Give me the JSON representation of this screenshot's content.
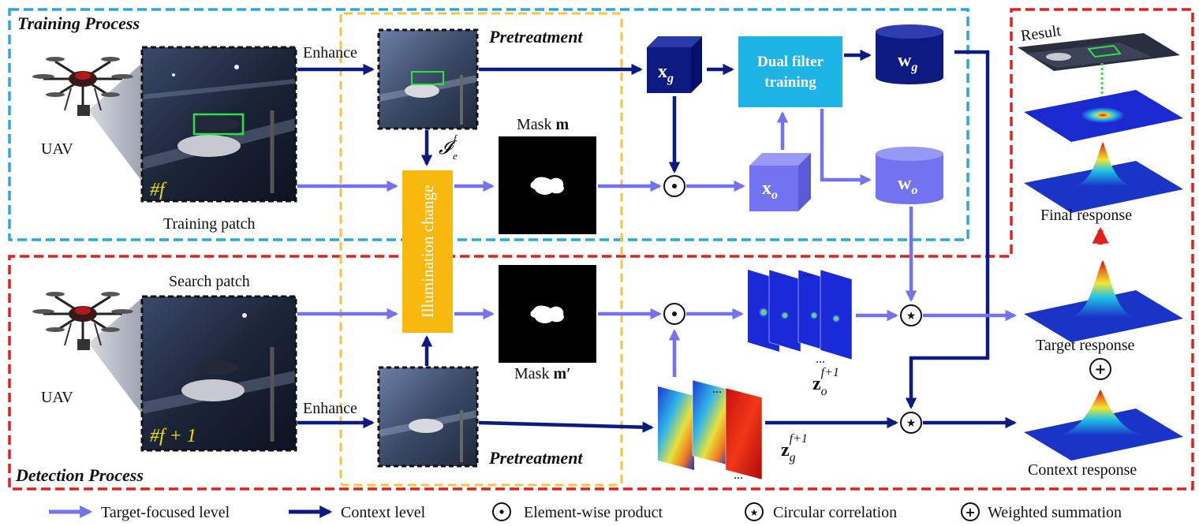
{
  "regions": {
    "training": "Training Process",
    "detection": "Detection Process",
    "pretreatment_top": "Pretreatment",
    "pretreatment_bottom": "Pretreatment"
  },
  "labels": {
    "uav_top": "UAV",
    "uav_bottom": "UAV",
    "enhance_top": "Enhance",
    "enhance_bottom": "Enhance",
    "training_patch": "Training patch",
    "search_patch": "Search patch",
    "frame_top": "#f",
    "frame_bottom": "#f + 1",
    "enhanced_frame": "𝓘",
    "enhanced_frame_sub": "e",
    "enhanced_frame_sup": "f",
    "mask_top": "Mask ",
    "mask_top_sym": "m",
    "mask_bottom": "Mask ",
    "mask_bottom_sym": "m′",
    "illumination": "Illumination change",
    "xg": "x",
    "xg_sub": "g",
    "xo": "x",
    "xo_sub": "o",
    "dual_filter_line1": "Dual filter",
    "dual_filter_line2": "training",
    "wg": "w",
    "wg_sub": "g",
    "wo": "w",
    "wo_sub": "o",
    "zo": "z",
    "zo_sub": "o",
    "zo_sup": "f+1",
    "zg": "z",
    "zg_sub": "g",
    "zg_sup": "f+1",
    "dots": "...",
    "result": "Result",
    "final_response": "Final response",
    "target_response": "Target response",
    "context_response": "Context response"
  },
  "legend": {
    "target_focused": "Target-focused level",
    "context": "Context level",
    "element_wise": "Element-wise product",
    "circular_corr": "Circular correlation",
    "weighted_sum": "Weighted summation"
  },
  "symbols": {
    "dot": "•",
    "star": "★",
    "plus": "+"
  },
  "colors": {
    "training_border": "#2aa7e0",
    "detection_border": "#e0201c",
    "pretreatment_border": "#f6c342",
    "target_arrow": "#7373f2",
    "context_arrow": "#0d1a82",
    "filter_box": "#1fb4e6",
    "illumination": "#f8b80e",
    "frame_label": "#f3e000"
  }
}
